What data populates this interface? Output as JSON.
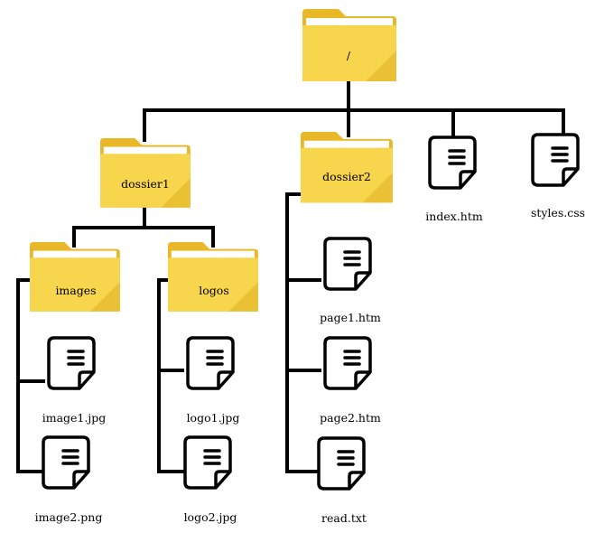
{
  "colors": {
    "folder_back": "#EFC335",
    "folder_front": "#F7D54C",
    "folder_tab": "#E9B829",
    "folder_shadow": "#E0AE22",
    "paper": "#FFFFFF",
    "line": "#000000"
  },
  "nodes": {
    "root": {
      "label": "/",
      "kind": "folder",
      "icon": "folder-icon"
    },
    "dossier1": {
      "label": "dossier1",
      "kind": "folder",
      "icon": "folder-icon"
    },
    "dossier2": {
      "label": "dossier2",
      "kind": "folder",
      "icon": "folder-icon"
    },
    "index": {
      "label": "index.htm",
      "kind": "file",
      "icon": "file-icon"
    },
    "styles": {
      "label": "styles.css",
      "kind": "file",
      "icon": "file-icon"
    },
    "images": {
      "label": "images",
      "kind": "folder",
      "icon": "folder-icon"
    },
    "logos": {
      "label": "logos",
      "kind": "folder",
      "icon": "folder-icon"
    },
    "image1": {
      "label": "image1.jpg",
      "kind": "file",
      "icon": "file-icon"
    },
    "image2": {
      "label": "image2.png",
      "kind": "file",
      "icon": "file-icon"
    },
    "logo1": {
      "label": "logo1.jpg",
      "kind": "file",
      "icon": "file-icon"
    },
    "logo2": {
      "label": "logo2.jpg",
      "kind": "file",
      "icon": "file-icon"
    },
    "page1": {
      "label": "page1.htm",
      "kind": "file",
      "icon": "file-icon"
    },
    "page2": {
      "label": "page2.htm",
      "kind": "file",
      "icon": "file-icon"
    },
    "read": {
      "label": "read.txt",
      "kind": "file",
      "icon": "file-icon"
    }
  }
}
